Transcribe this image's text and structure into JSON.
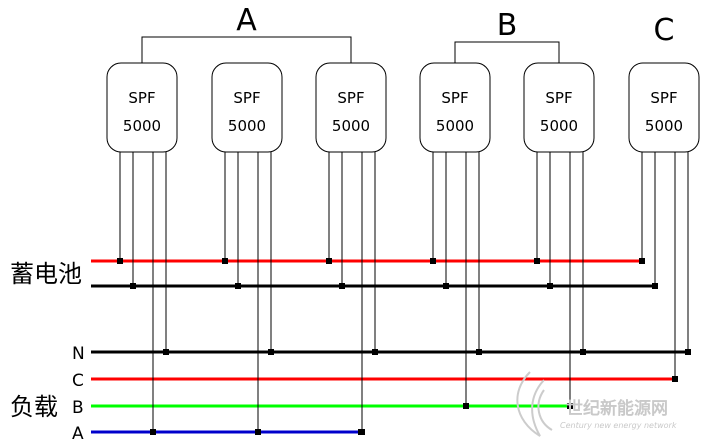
{
  "diagram": {
    "groups": [
      {
        "label": "A",
        "units": [
          0,
          1,
          2
        ]
      },
      {
        "label": "B",
        "units": [
          3,
          4
        ]
      },
      {
        "label": "C",
        "units": [
          5
        ]
      }
    ],
    "units": [
      {
        "model": "SPF",
        "rating": "5000",
        "phase": "A"
      },
      {
        "model": "SPF",
        "rating": "5000",
        "phase": "A"
      },
      {
        "model": "SPF",
        "rating": "5000",
        "phase": "A"
      },
      {
        "model": "SPF",
        "rating": "5000",
        "phase": "B"
      },
      {
        "model": "SPF",
        "rating": "5000",
        "phase": "B"
      },
      {
        "model": "SPF",
        "rating": "5000",
        "phase": "C"
      }
    ],
    "battery_label": "蓄电池",
    "load_label": "负载",
    "buses": [
      {
        "id": "bat_pos",
        "label": "",
        "color": "#ff0000"
      },
      {
        "id": "bat_neg",
        "label": "",
        "color": "#000000"
      },
      {
        "id": "N",
        "label": "N",
        "color": "#000000"
      },
      {
        "id": "C",
        "label": "C",
        "color": "#ff0000"
      },
      {
        "id": "B",
        "label": "B",
        "color": "#00ff00"
      },
      {
        "id": "A",
        "label": "A",
        "color": "#0000cc"
      }
    ],
    "connection_dot_color": "#000000"
  },
  "watermark": {
    "text": "世纪新能源网",
    "subtext": "Century new energy network"
  }
}
